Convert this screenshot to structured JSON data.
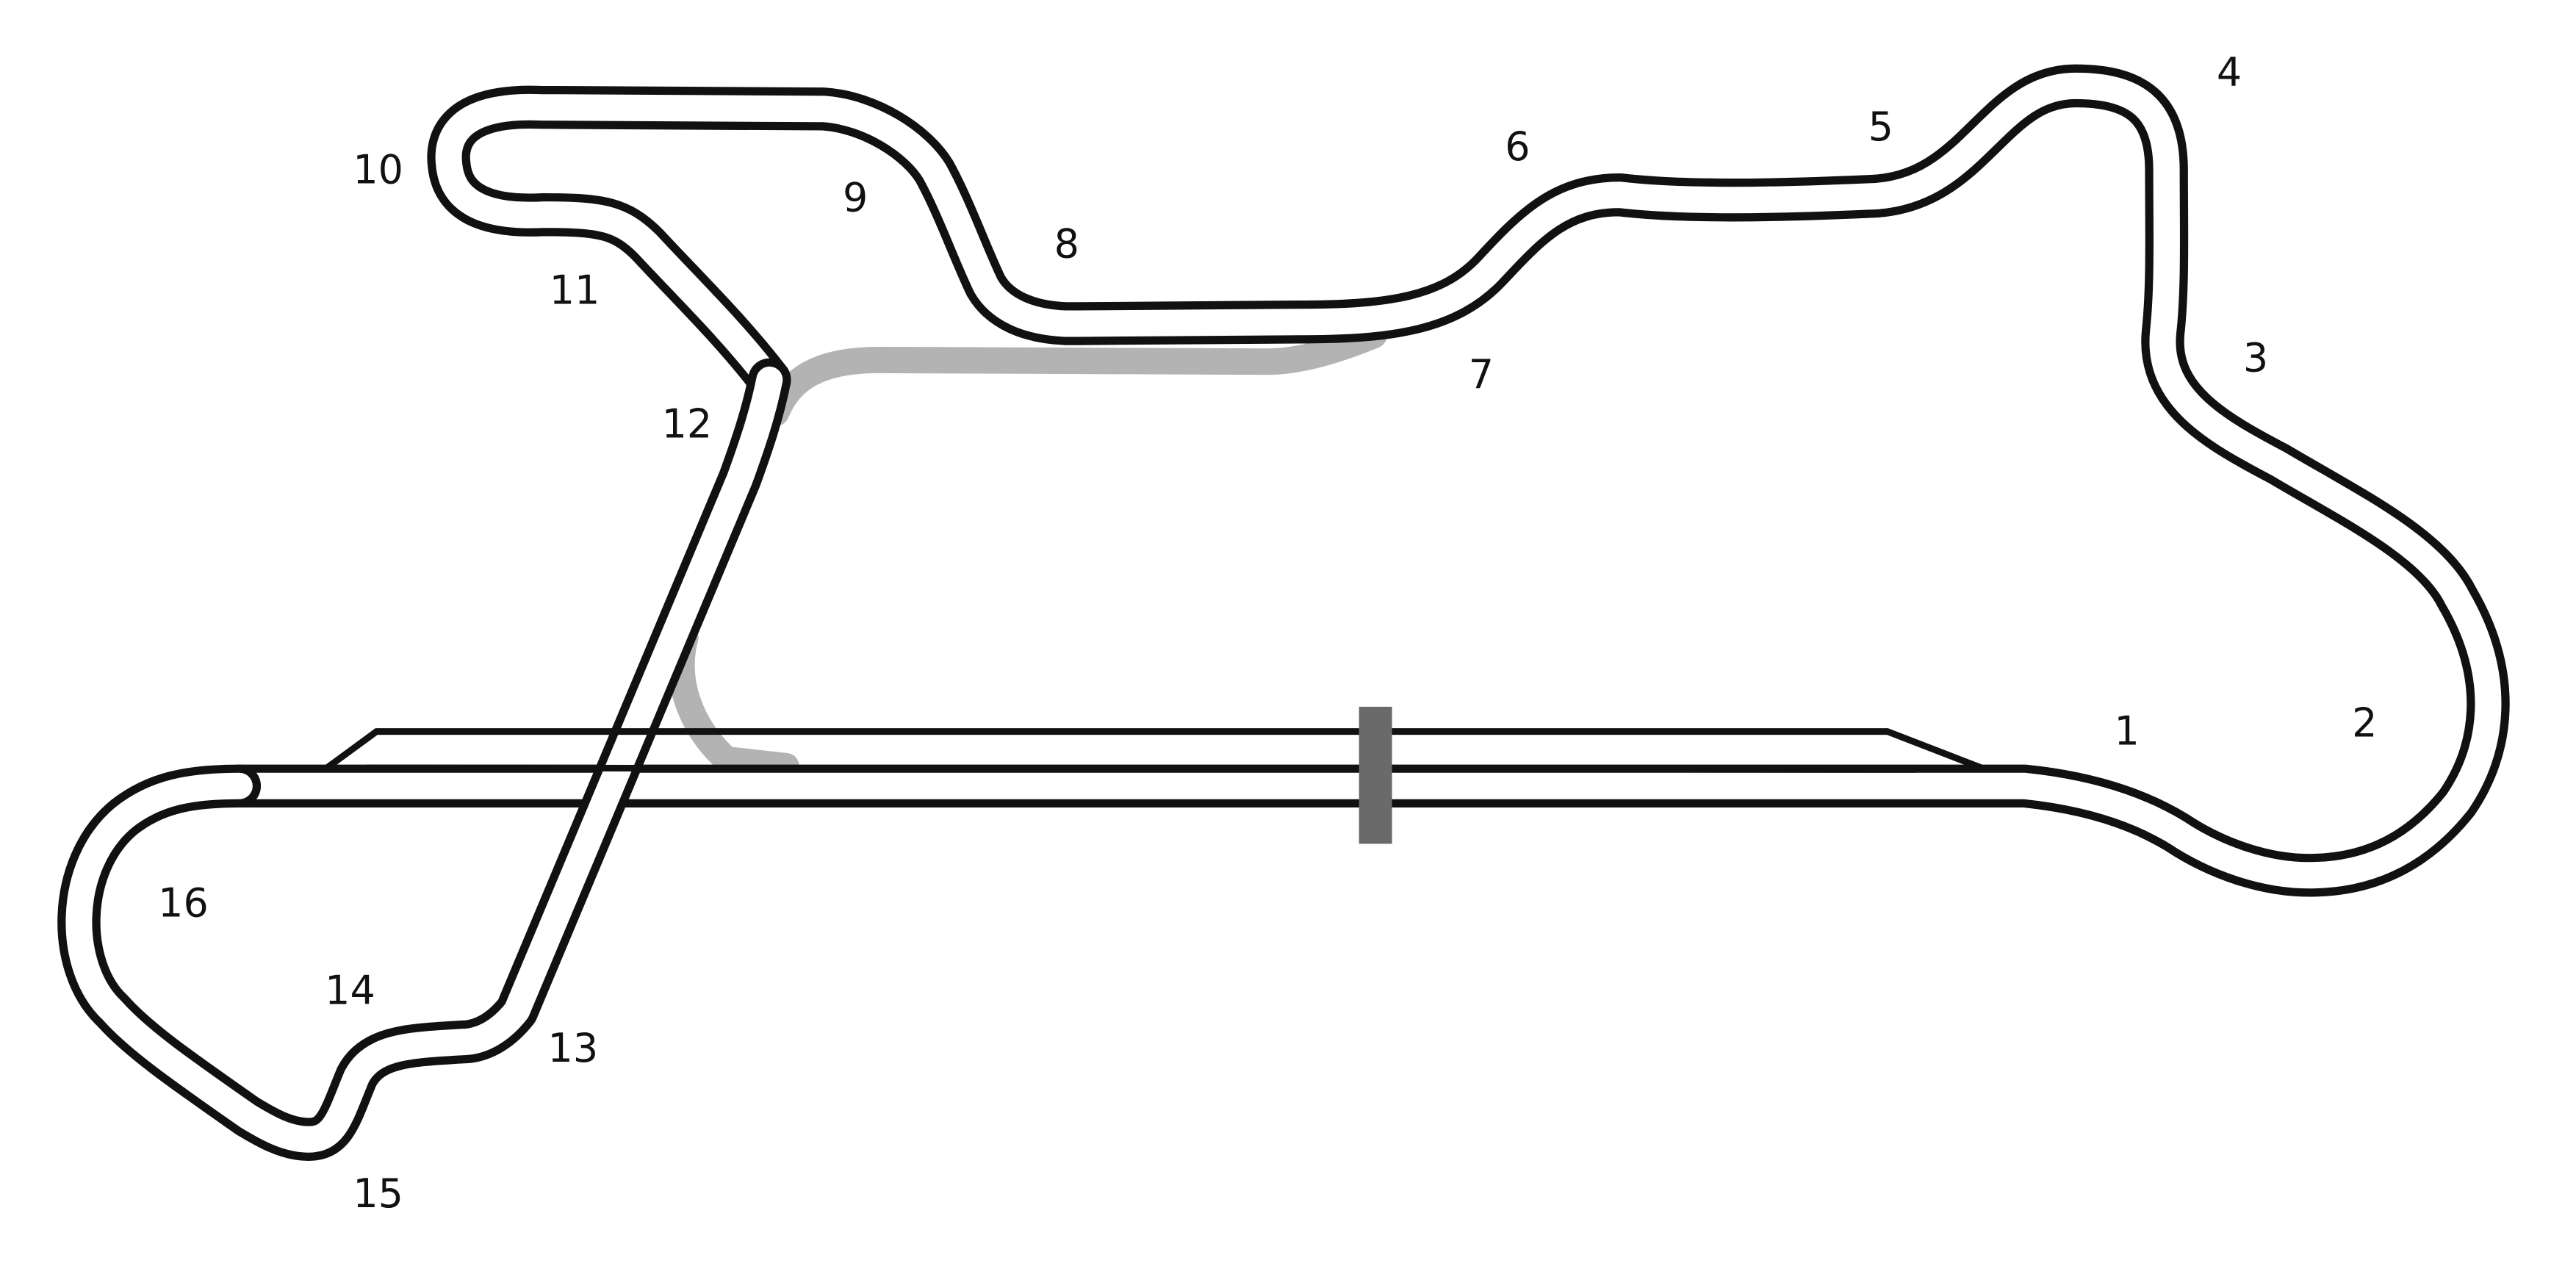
{
  "track": {
    "colors": {
      "background": "#ffffff",
      "track_outline": "#111111",
      "track_surface": "#ffffff",
      "alternate_route": "#b3b3b3",
      "start_finish_marker": "#6a6a6a"
    },
    "turns": [
      "1",
      "2",
      "3",
      "4",
      "5",
      "6",
      "7",
      "8",
      "9",
      "10",
      "11",
      "12",
      "13",
      "14",
      "15",
      "16"
    ]
  }
}
